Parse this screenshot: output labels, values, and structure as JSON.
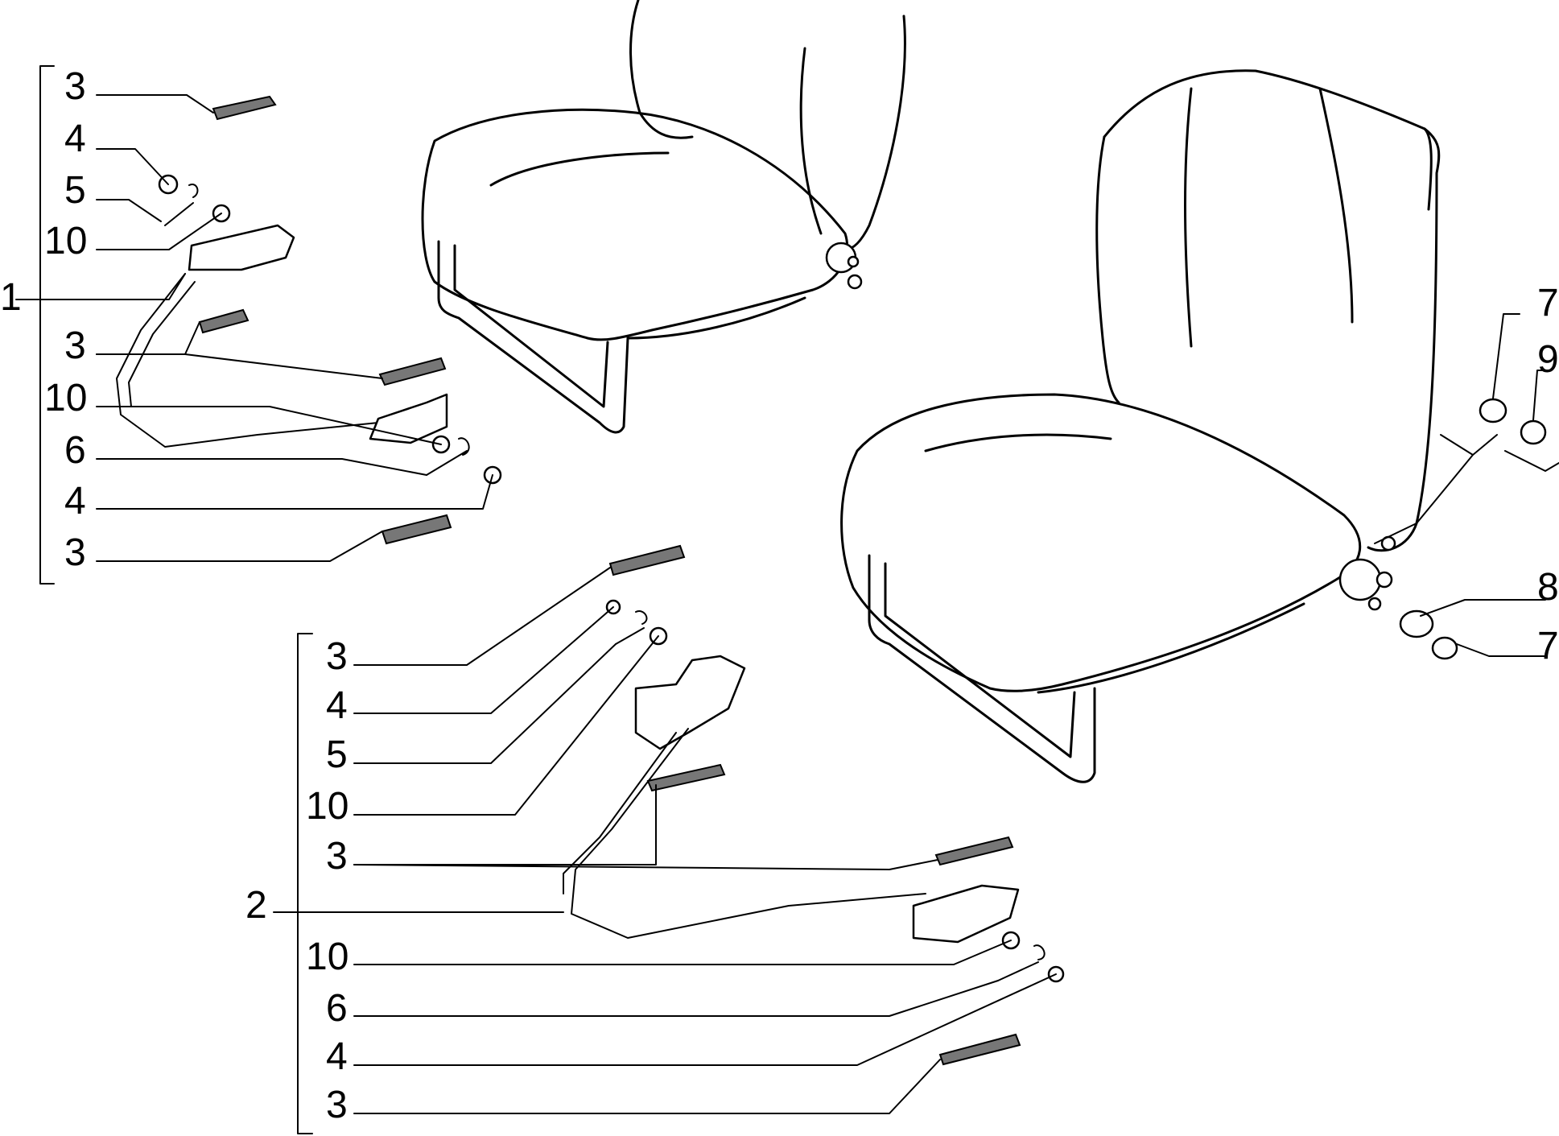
{
  "callouts": {
    "g1_label": "1",
    "g1_a": "3",
    "g1_b": "4",
    "g1_c": "5",
    "g1_d": "10",
    "g1_e": "3",
    "g1_f": "10",
    "g1_g": "6",
    "g1_h": "4",
    "g1_i": "3",
    "g2_label": "2",
    "g2_a": "3",
    "g2_b": "4",
    "g2_c": "5",
    "g2_d": "10",
    "g2_e": "3",
    "g2_f": "10",
    "g2_g": "6",
    "g2_h": "4",
    "g2_i": "3",
    "r_a": "7",
    "r_b": "9",
    "r_c": "8",
    "r_d": "7"
  }
}
